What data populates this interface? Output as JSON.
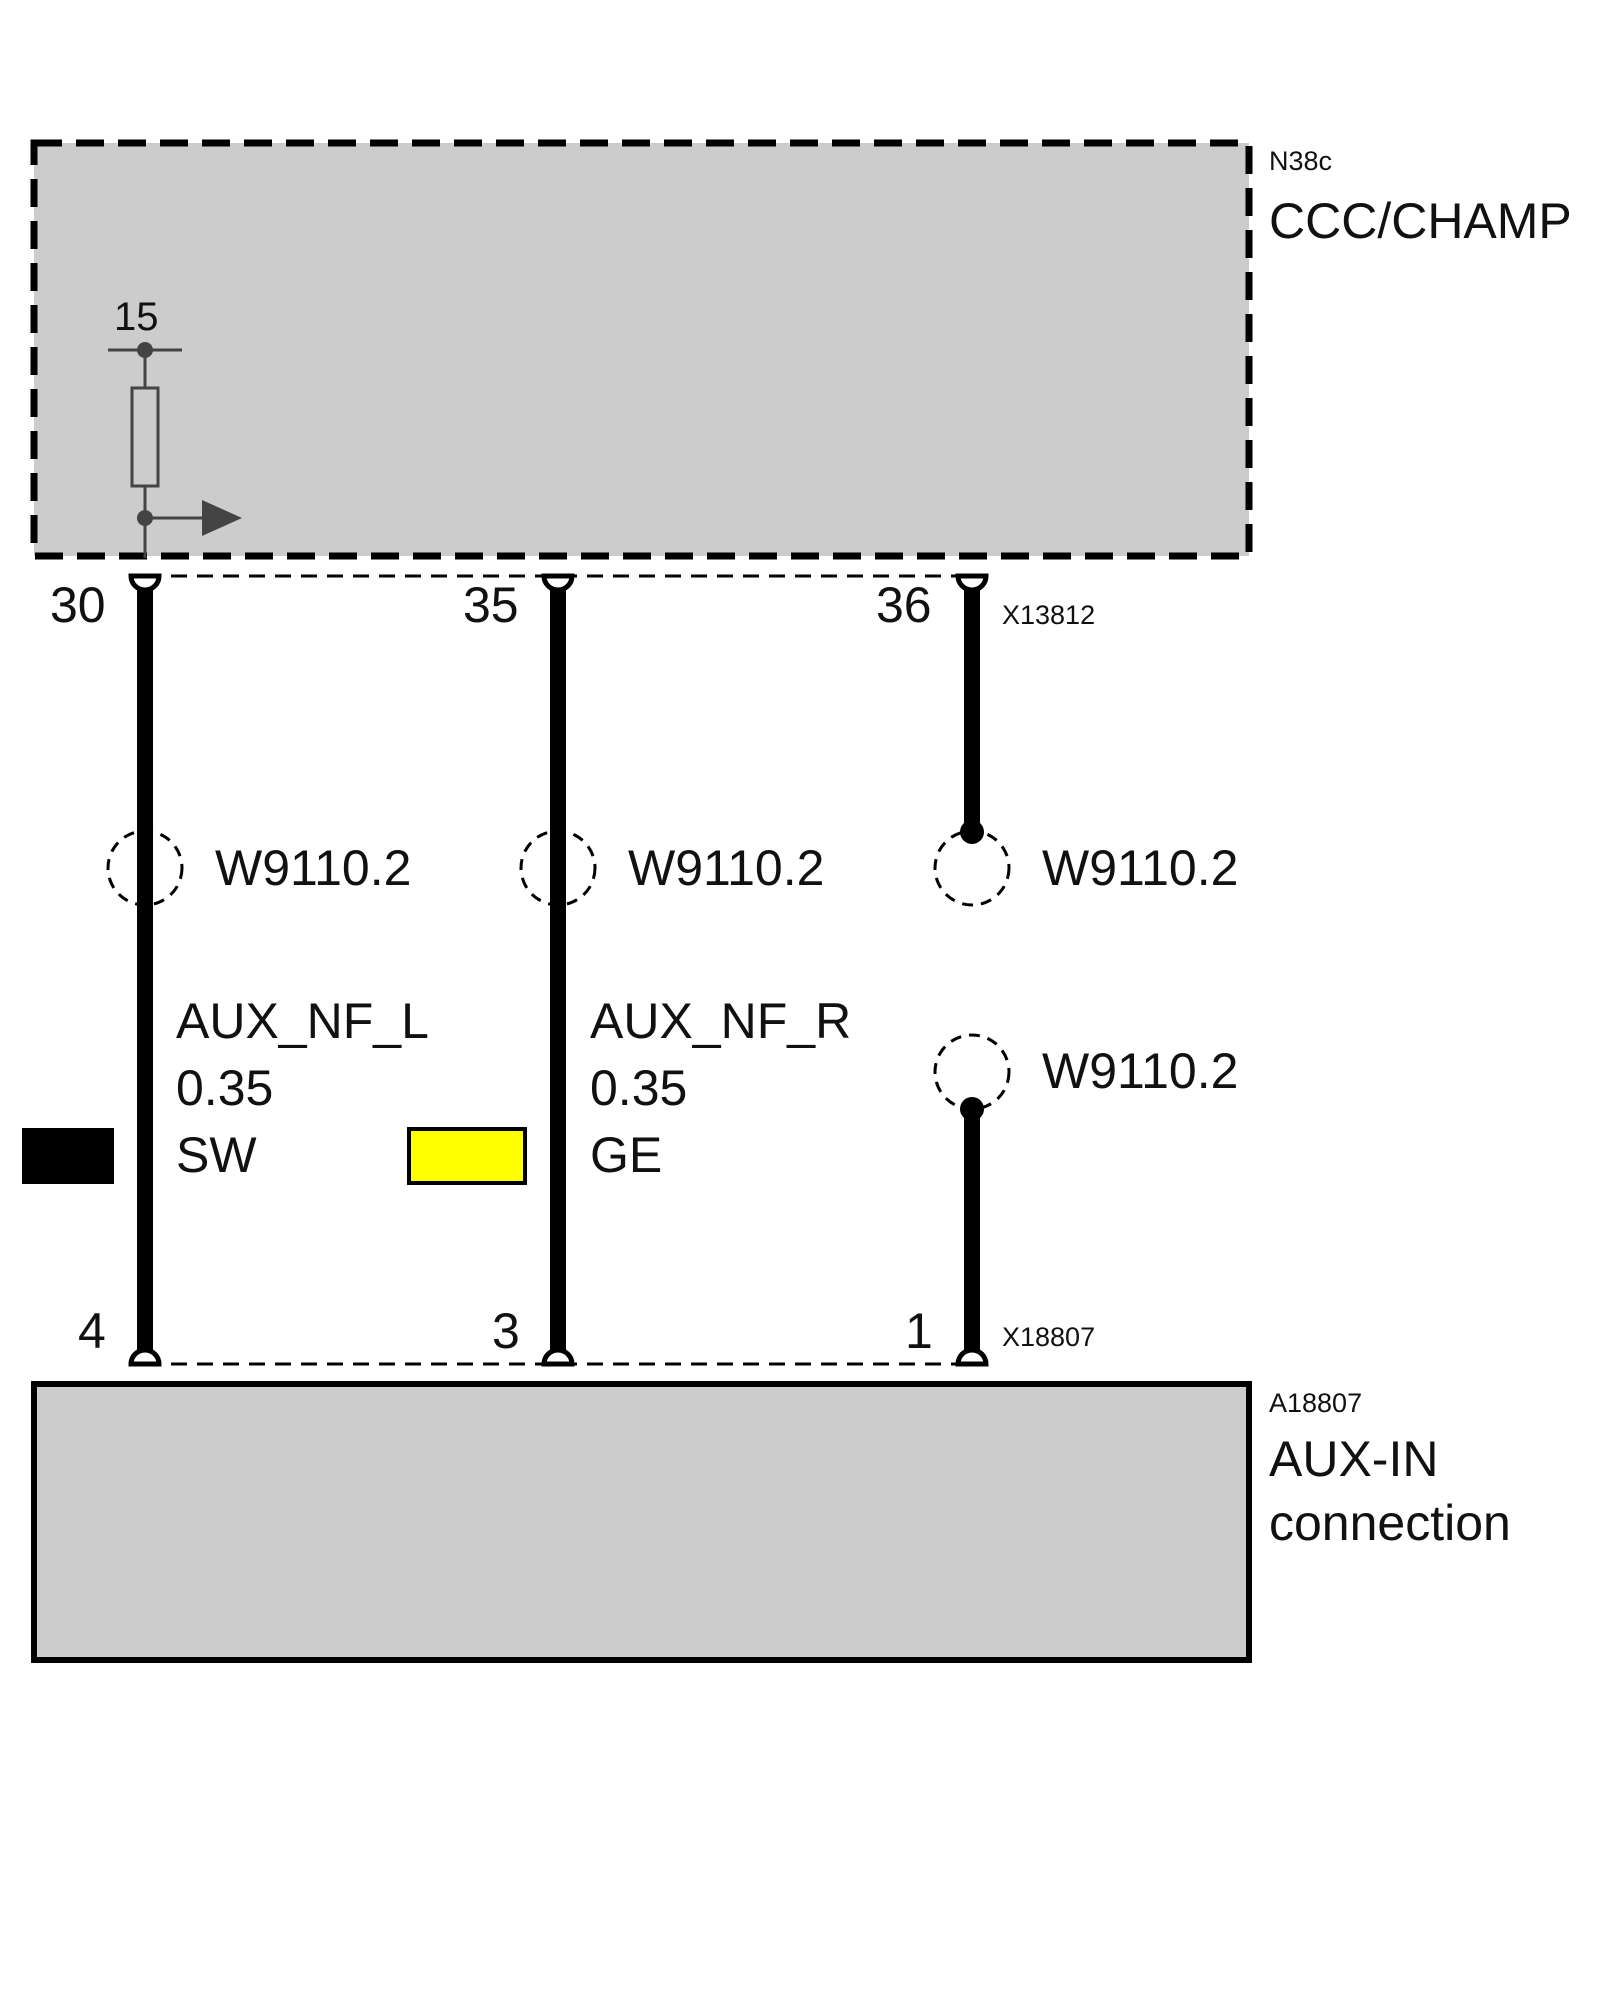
{
  "colors": {
    "box_fill": "#cccccc",
    "wire": "#000000",
    "swatch_sw": "#000000",
    "swatch_ge": "#ffff00"
  },
  "upper_component": {
    "id": "N38c",
    "name": "CCC/CHAMP",
    "connector": "X13812",
    "internal_terminal": "15"
  },
  "lower_component": {
    "id": "A18807",
    "name_line1": "AUX-IN",
    "name_line2": "connection",
    "connector": "X18807"
  },
  "wires": [
    {
      "top_pin": "30",
      "bottom_pin": "4",
      "shield_label": "W9110.2",
      "signal": "AUX_NF_L",
      "cross_section": "0.35",
      "color_code": "SW",
      "swatch_color": "#000000"
    },
    {
      "top_pin": "35",
      "bottom_pin": "3",
      "shield_label": "W9110.2",
      "signal": "AUX_NF_R",
      "cross_section": "0.35",
      "color_code": "GE",
      "swatch_color": "#ffff00"
    },
    {
      "top_pin": "36",
      "bottom_pin": "1",
      "shield_label_top": "W9110.2",
      "shield_label_bottom": "W9110.2"
    }
  ]
}
